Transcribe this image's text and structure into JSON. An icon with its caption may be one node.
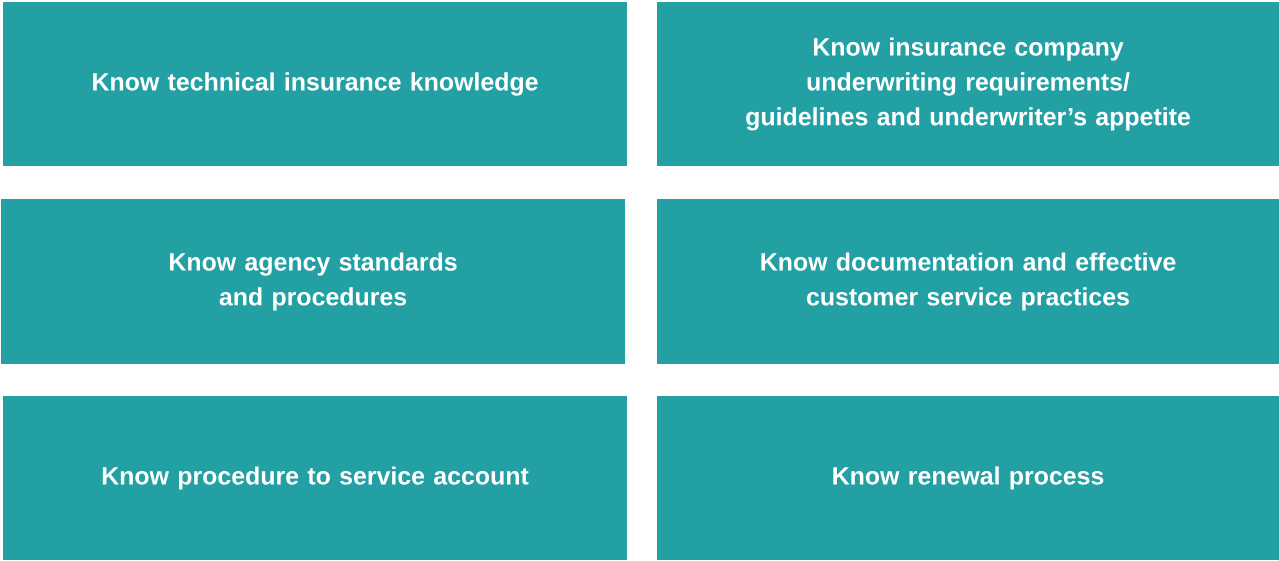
{
  "diagram": {
    "nodes": [
      {
        "text": [
          "Know technical insurance knowledge"
        ]
      },
      {
        "text": [
          "Know insurance company underwriting requirements/ guidelines and underwriter’s appetite"
        ]
      },
      {
        "text": [
          "Know agency standards and procedures"
        ]
      },
      {
        "text": [
          "Know documentation and effective customer service practices"
        ]
      },
      {
        "text": [
          "Know procedure to service account"
        ]
      },
      {
        "text": [
          "Know renewal process"
        ]
      }
    ]
  }
}
